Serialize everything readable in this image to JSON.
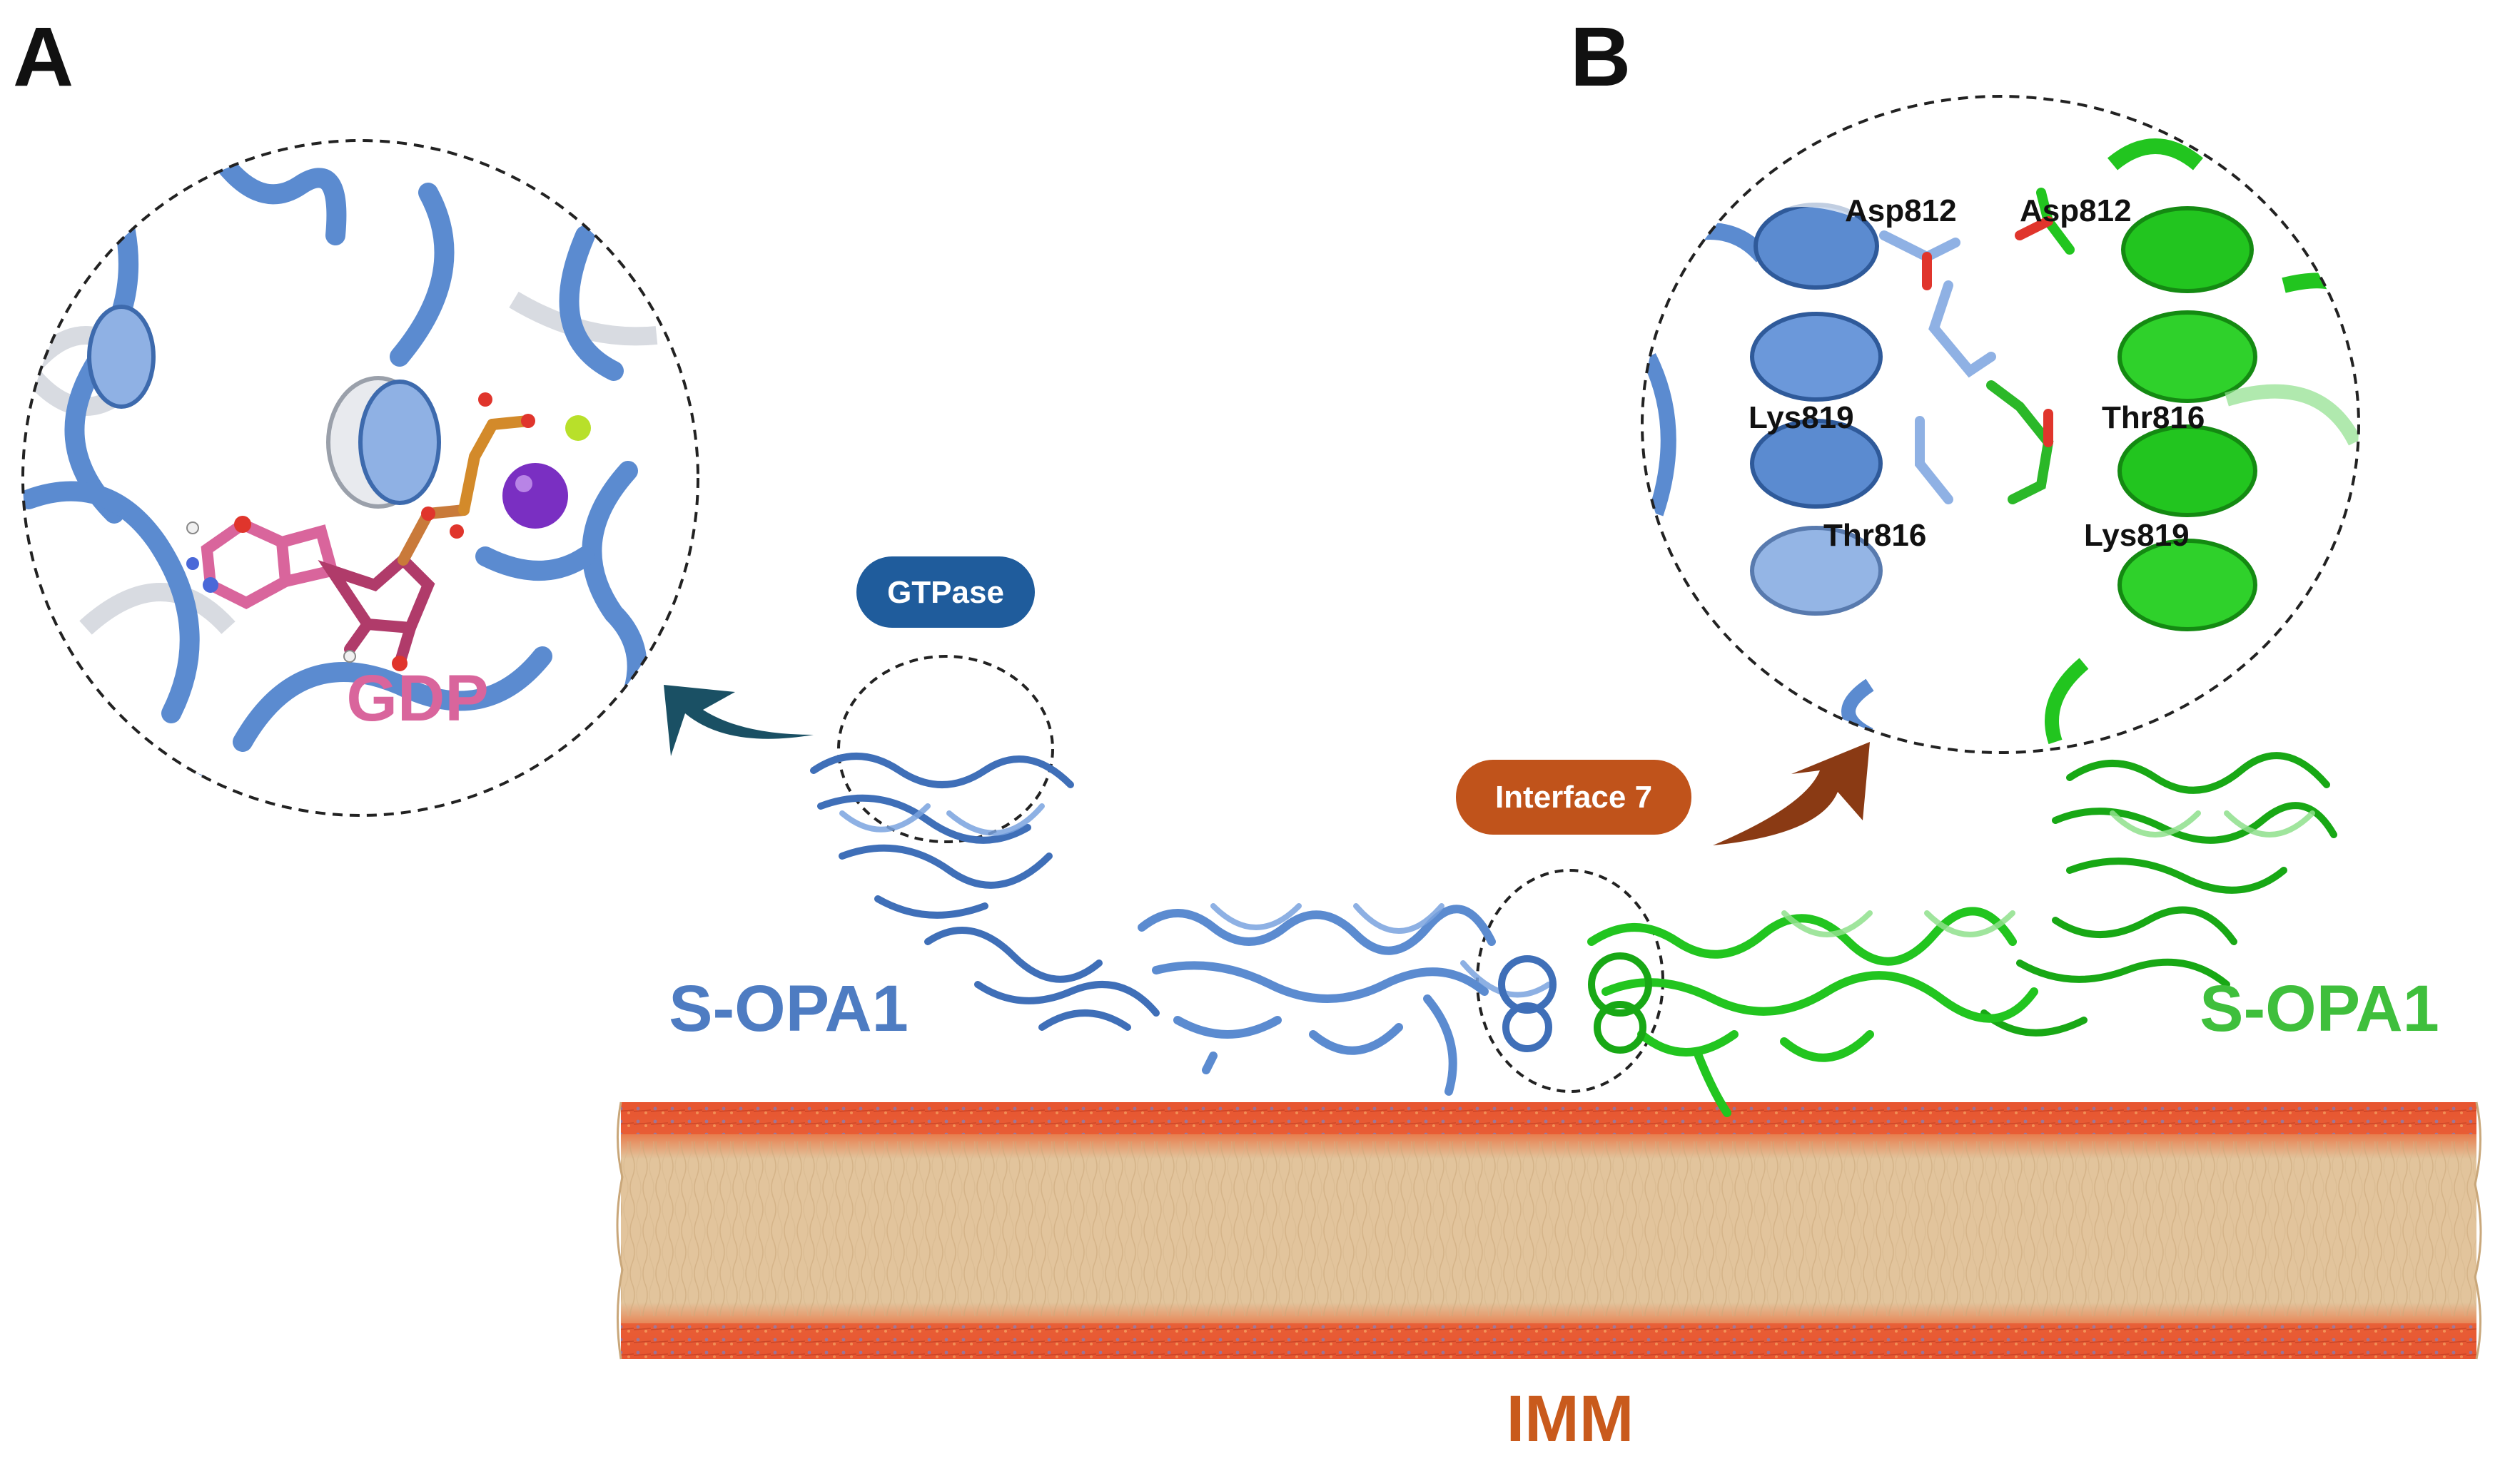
{
  "panels": {
    "a": "A",
    "b": "B"
  },
  "inset_a": {
    "ligand_label": "GDP"
  },
  "inset_b": {
    "residues_left": [
      "Asp812",
      "Lys819",
      "Thr816"
    ],
    "residues_right": [
      "Asp812",
      "Thr816",
      "Lys819"
    ]
  },
  "badges": {
    "gtpase": "GTPase",
    "interface": "Interface 7"
  },
  "proteins": {
    "left": "S-OPA1",
    "right": "S-OPA1"
  },
  "membrane": {
    "label": "IMM"
  },
  "colors": {
    "protein_blue": "#5b8bd0",
    "protein_green": "#22c51f",
    "gdp_pink": "#d9659c",
    "gtpase_badge": "#1f5c9c",
    "interface_badge": "#c0531b",
    "imm_orange": "#c95a1c",
    "lipid_tan": "#d8bd94",
    "headgroup_red": "#e8442a",
    "arrow_teal": "#1a5064",
    "arrow_brown": "#8a3a14"
  }
}
